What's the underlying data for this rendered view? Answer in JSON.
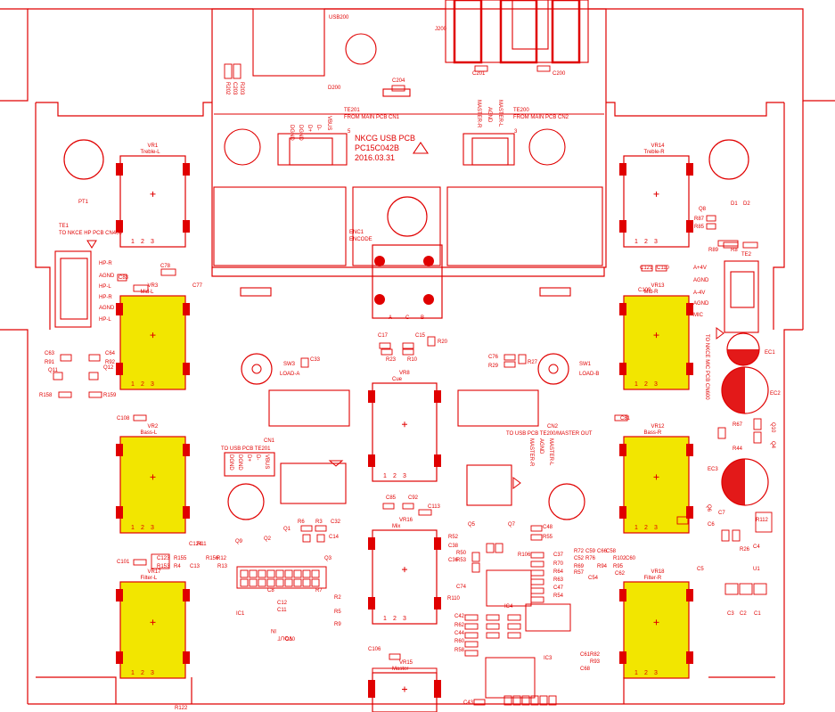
{
  "colors": {
    "trace": "#e00000",
    "pot_fill": "#f2e600",
    "pad": "#e00000",
    "background": "#ffffff"
  },
  "usb_board": {
    "connector": "USB200",
    "jack": "J200",
    "title": "NKCG USB PCB",
    "part_no": "PC15C042B",
    "date": "2016.03.31",
    "te201": {
      "ref": "TE201",
      "note": "FROM MAIN PCB CN1",
      "pins": [
        "DGND",
        "DGND",
        "D+",
        "D-",
        "VBUS"
      ],
      "pin_count": "5"
    },
    "te200": {
      "ref": "TE200",
      "note": "FROM MAIN PCB CN2",
      "pins": [
        "MASTER-R",
        "AGND",
        "MASTER-L"
      ],
      "pin_count": "3"
    },
    "refs": [
      "C201",
      "C200",
      "C204",
      "D200",
      "R202",
      "C203",
      "R203"
    ]
  },
  "pots": [
    {
      "ref": "VR1",
      "name": "Treble-L",
      "pins": [
        "1",
        "2",
        "3"
      ]
    },
    {
      "ref": "VR14",
      "name": "Treble-R",
      "pins": [
        "1",
        "2",
        "3"
      ]
    },
    {
      "ref": "VR3",
      "name": "Mid-L",
      "pins": [
        "1",
        "2",
        "3"
      ]
    },
    {
      "ref": "VR13",
      "name": "Mid-R",
      "pins": [
        "1",
        "2",
        "3"
      ]
    },
    {
      "ref": "VR2",
      "name": "Bass-L",
      "pins": [
        "1",
        "2",
        "3"
      ]
    },
    {
      "ref": "VR12",
      "name": "Bass-R",
      "pins": [
        "1",
        "2",
        "3"
      ]
    },
    {
      "ref": "VR17",
      "name": "Filter-L",
      "pins": [
        "1",
        "2",
        "3"
      ]
    },
    {
      "ref": "VR18",
      "name": "Filter-R",
      "pins": [
        "1",
        "2",
        "3"
      ]
    },
    {
      "ref": "VR8",
      "name": "Cue",
      "pins": [
        "1",
        "2",
        "3"
      ]
    },
    {
      "ref": "VR16",
      "name": "Mix",
      "pins": [
        "1",
        "2",
        "3"
      ]
    },
    {
      "ref": "VR15",
      "name": "Master",
      "pins": []
    }
  ],
  "encoder": {
    "ref": "ENC1",
    "name": "ENCODE",
    "pins": [
      "A",
      "C",
      "B"
    ]
  },
  "te1": {
    "ref": "TE1",
    "note": "TO NKCE HP PCB CN400",
    "pins": [
      "HP-R",
      "AGND",
      "HP-L",
      "HP-R",
      "AGND",
      "HP-L"
    ]
  },
  "te2": {
    "ref": "TE2",
    "note": "TO NKCE MIC PCB CN600",
    "pins": [
      "A+4V",
      "AGND",
      "A-4V",
      "AGND",
      "MIC"
    ]
  },
  "cn1": {
    "ref": "CN1",
    "note": "TO USB PCB TE201",
    "pins": [
      "DGND",
      "DGND",
      "D+",
      "D-",
      "VBUS"
    ]
  },
  "cn2": {
    "ref": "CN2",
    "note": "TO USB PCB TE200/MASTER OUT",
    "pins": [
      "MASTER-R",
      "AGND",
      "MASTER-L"
    ]
  },
  "switches": [
    {
      "ref": "SW3",
      "name": "LOAD-A"
    },
    {
      "ref": "SW1",
      "name": "LOAD-B"
    }
  ],
  "ics": [
    "IC1",
    "IC3",
    "IC4",
    "U1",
    "Q1",
    "Q2",
    "Q3",
    "Q4",
    "Q5",
    "Q6",
    "Q7",
    "Q8",
    "Q9",
    "Q10",
    "Q11",
    "Q12"
  ],
  "misc": [
    "PT1",
    "EC1",
    "EC2",
    "EC3",
    "D1",
    "D2",
    "VOUT",
    "IN"
  ],
  "small_parts": [
    {
      "label": "C78"
    },
    {
      "label": "C83"
    },
    {
      "label": "C77"
    },
    {
      "label": "C63"
    },
    {
      "label": "C64"
    },
    {
      "label": "R91"
    },
    {
      "label": "R92"
    },
    {
      "label": "R158"
    },
    {
      "label": "R159"
    },
    {
      "label": "C108"
    },
    {
      "label": "C17"
    },
    {
      "label": "C15"
    },
    {
      "label": "R20"
    },
    {
      "label": "R23"
    },
    {
      "label": "R10"
    },
    {
      "label": "C33"
    },
    {
      "label": "C76"
    },
    {
      "label": "R29"
    },
    {
      "label": "R27"
    },
    {
      "label": "C121"
    },
    {
      "label": "C110"
    },
    {
      "label": "C109"
    },
    {
      "label": "C81"
    },
    {
      "label": "R87"
    },
    {
      "label": "R85"
    },
    {
      "label": "R89"
    },
    {
      "label": "R8"
    },
    {
      "label": "C101"
    },
    {
      "label": "C123"
    },
    {
      "label": "R155"
    },
    {
      "label": "R156"
    },
    {
      "label": "R12"
    },
    {
      "label": "R153"
    },
    {
      "label": "R4"
    },
    {
      "label": "C13"
    },
    {
      "label": "R13"
    },
    {
      "label": "C124"
    },
    {
      "label": "R11"
    },
    {
      "label": "C85"
    },
    {
      "label": "C92"
    },
    {
      "label": "C113"
    },
    {
      "label": "R6"
    },
    {
      "label": "R3"
    },
    {
      "label": "C32"
    },
    {
      "label": "C14"
    },
    {
      "label": "C8"
    },
    {
      "label": "R7"
    },
    {
      "label": "R2"
    },
    {
      "label": "R5"
    },
    {
      "label": "R9"
    },
    {
      "label": "C12"
    },
    {
      "label": "C11"
    },
    {
      "label": "C10"
    },
    {
      "label": "C48"
    },
    {
      "label": "R55"
    },
    {
      "label": "R106"
    },
    {
      "label": "C37"
    },
    {
      "label": "R70"
    },
    {
      "label": "R64"
    },
    {
      "label": "R63"
    },
    {
      "label": "C47"
    },
    {
      "label": "R54"
    },
    {
      "label": "C74"
    },
    {
      "label": "R110"
    },
    {
      "label": "C42"
    },
    {
      "label": "R62"
    },
    {
      "label": "C44"
    },
    {
      "label": "R60"
    },
    {
      "label": "R58"
    },
    {
      "label": "C106"
    },
    {
      "label": "C43"
    },
    {
      "label": "C58"
    },
    {
      "label": "C60"
    },
    {
      "label": "C62"
    },
    {
      "label": "C54"
    },
    {
      "label": "R94"
    },
    {
      "label": "R95"
    },
    {
      "label": "R102"
    },
    {
      "label": "R57"
    },
    {
      "label": "R69"
    },
    {
      "label": "R72"
    },
    {
      "label": "C52"
    },
    {
      "label": "C59"
    },
    {
      "label": "R76"
    },
    {
      "label": "C66"
    },
    {
      "label": "C7"
    },
    {
      "label": "C6"
    },
    {
      "label": "C5"
    },
    {
      "label": "C4"
    },
    {
      "label": "C3"
    },
    {
      "label": "C2"
    },
    {
      "label": "C1"
    },
    {
      "label": "R112"
    },
    {
      "label": "R26"
    },
    {
      "label": "R44"
    },
    {
      "label": "R67"
    },
    {
      "label": "C61"
    },
    {
      "label": "R82"
    },
    {
      "label": "C68"
    },
    {
      "label": "R93"
    },
    {
      "label": "C38"
    },
    {
      "label": "R53"
    },
    {
      "label": "R50"
    },
    {
      "label": "R52"
    },
    {
      "label": "C36"
    },
    {
      "label": "R122"
    }
  ]
}
